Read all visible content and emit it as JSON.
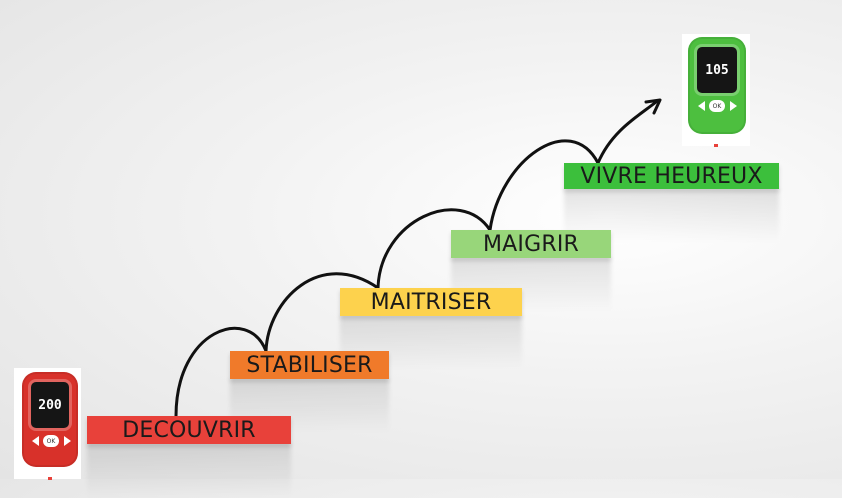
{
  "steps": [
    {
      "label": "DECOUVRIR",
      "color": "#e8413a"
    },
    {
      "label": "STABILISER",
      "color": "#f07a2a"
    },
    {
      "label": "MAITRISER",
      "color": "#fdd24d"
    },
    {
      "label": "MAIGRIR",
      "color": "#98d67a"
    },
    {
      "label": "VIVRE HEUREUX",
      "color": "#3cbf3c"
    }
  ],
  "meters": {
    "start": {
      "reading": "200",
      "button": "OK",
      "color": "#d8312a"
    },
    "end": {
      "reading": "105",
      "button": "OK",
      "color": "#4dbf3f"
    }
  },
  "icons": {
    "start_meter": "glucose-meter-icon",
    "end_meter": "glucose-meter-icon",
    "progress_arrow": "curved-arrow-icon"
  }
}
